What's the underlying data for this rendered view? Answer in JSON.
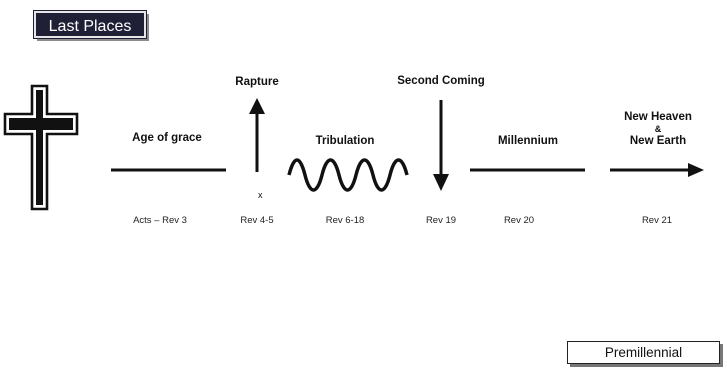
{
  "title": "Last Places",
  "labels": {
    "age_of_grace": "Age of grace",
    "rapture": "Rapture",
    "tribulation": "Tribulation",
    "second_coming": "Second Coming",
    "millennium": "Millennium",
    "new_heaven_line1": "New Heaven",
    "new_heaven_amp": "&",
    "new_heaven_line2": "New Earth",
    "x_mark": "x"
  },
  "refs": {
    "age_of_grace": "Acts – Rev 3",
    "rapture": "Rev 4-5",
    "tribulation": "Rev 6-18",
    "second_coming": "Rev 19",
    "millennium": "Rev 20",
    "new_heaven": "Rev 21"
  },
  "view": "Premillennial",
  "icons": {
    "cross": "cross-icon",
    "up_arrow": "arrow-up-icon",
    "down_arrow": "arrow-down-icon",
    "right_arrow": "arrow-right-icon"
  }
}
